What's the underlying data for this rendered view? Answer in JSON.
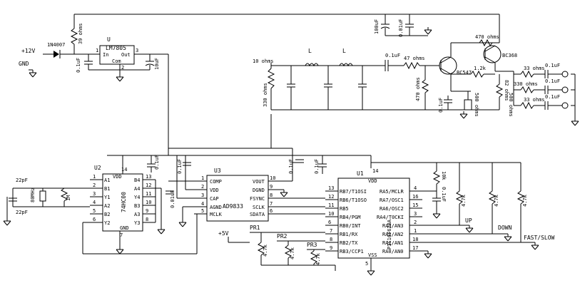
{
  "labels": {
    "vin": "+12V",
    "gnd": "GND",
    "d1": "1N4007",
    "r_top": "39 ohms",
    "u_ref": "U",
    "reg": "LM7805",
    "reg_in": "In",
    "reg_out": "Out",
    "reg_com": "Com",
    "reg_p1": "1",
    "reg_p2": "2",
    "reg_p3": "3",
    "c_in": "0.1uF",
    "c_out": "10uF",
    "c_bulk": "100uF",
    "c_dec": "0.01uF",
    "r10": "10 ohms",
    "l1": "L",
    "l2": "L",
    "r330": "330 ohms",
    "c01": "0.1uF",
    "r47": "47 ohms",
    "r470": "470 ohms",
    "r470b": "470 ohms",
    "q1": "BC547",
    "q2": "BC368",
    "r12k": "1.2k",
    "r82": "82 ohms",
    "pot": "500 ohms",
    "c_q": "0.1uF",
    "pot_label": "500 ohms",
    "r33": "33 ohms",
    "r330b": "330 ohms",
    "r33b": "33 ohms",
    "c_o1": "0.1uF",
    "c_o2": "0.1uF",
    "c_o3": "0.1uF",
    "u2": "U2",
    "u2_part": "74HC00",
    "u2_vdd": "VDD",
    "u2_gnd": "GND",
    "u2_p14": "14",
    "u2_p7": "7",
    "cap22a": "22pF",
    "cap22b": "22pF",
    "xtal": "80MHz",
    "xtal_r": "1M",
    "u3": "U3",
    "u3_part": "AD9833",
    "u1": "U1",
    "u1_part": "PIC16F628A",
    "u1_vdd": "VDD",
    "u1_vss": "VSS",
    "u1_p14": "14",
    "u1_p5": "5",
    "c_u3a": "0.1uF",
    "c_u3b": "0.1uF",
    "c_u3c": "0.1uF",
    "c_u3d": "0.01uF",
    "c_u1": "0.1uF",
    "r10k": "10k",
    "c_mclr": "0.1uF",
    "r47k_a": "4.7k",
    "r47k_b": "4.7k",
    "r47k_c": "4.7k",
    "up": "UP",
    "down": "DOWN",
    "fast": "FAST/SLOW",
    "v5": "+5V",
    "pr1": "PR1",
    "pr2": "PR2",
    "pr3": "PR3",
    "r47k_d": "4.7k",
    "r47k_e": "4.7k",
    "r47k_f": "4.7k"
  },
  "u2_pins_left": [
    {
      "name": "A1",
      "num": "1"
    },
    {
      "name": "B1",
      "num": "2"
    },
    {
      "name": "Y1",
      "num": "3"
    },
    {
      "name": "A2",
      "num": "4"
    },
    {
      "name": "B2",
      "num": "5"
    },
    {
      "name": "Y2",
      "num": "6"
    }
  ],
  "u2_pins_right": [
    {
      "name": "B4",
      "num": "13"
    },
    {
      "name": "A4",
      "num": "12"
    },
    {
      "name": "Y4",
      "num": "11"
    },
    {
      "name": "B3",
      "num": "10"
    },
    {
      "name": "A3",
      "num": "9"
    },
    {
      "name": "Y3",
      "num": "8"
    }
  ],
  "u3_pins_left": [
    {
      "name": "COMP",
      "num": "1"
    },
    {
      "name": "VDD",
      "num": "2"
    },
    {
      "name": "CAP",
      "num": "3"
    },
    {
      "name": "AGND",
      "num": "4"
    },
    {
      "name": "MCLK",
      "num": "5"
    }
  ],
  "u3_pins_right": [
    {
      "name": "VOUT",
      "num": "10"
    },
    {
      "name": "DGND",
      "num": "9"
    },
    {
      "name": "FSYNC",
      "num": "8"
    },
    {
      "name": "SCLK",
      "num": "7"
    },
    {
      "name": "SDATA",
      "num": "6"
    }
  ],
  "u1_pins_left": [
    {
      "name": "RB7/T1OSI",
      "num": "13"
    },
    {
      "name": "RB6/T1OSO",
      "num": "12"
    },
    {
      "name": "RB5",
      "num": "11"
    },
    {
      "name": "RB4/PGM",
      "num": "10"
    },
    {
      "name": "RB0/INT",
      "num": "6"
    },
    {
      "name": "RB1/RX",
      "num": "7"
    },
    {
      "name": "RB2/TX",
      "num": "8"
    },
    {
      "name": "RB3/CCP1",
      "num": "9"
    }
  ],
  "u1_pins_right": [
    {
      "name": "RA5/MCLR",
      "num": "4"
    },
    {
      "name": "RA7/OSC1",
      "num": "16"
    },
    {
      "name": "RA6/OSC2",
      "num": "15"
    },
    {
      "name": "RA4/T0CKI",
      "num": "3"
    },
    {
      "name": "RA3/AN3",
      "num": "2"
    },
    {
      "name": "RA2/AN2",
      "num": "1"
    },
    {
      "name": "RA1/AN1",
      "num": "18"
    },
    {
      "name": "RA0/AN0",
      "num": "17"
    }
  ]
}
